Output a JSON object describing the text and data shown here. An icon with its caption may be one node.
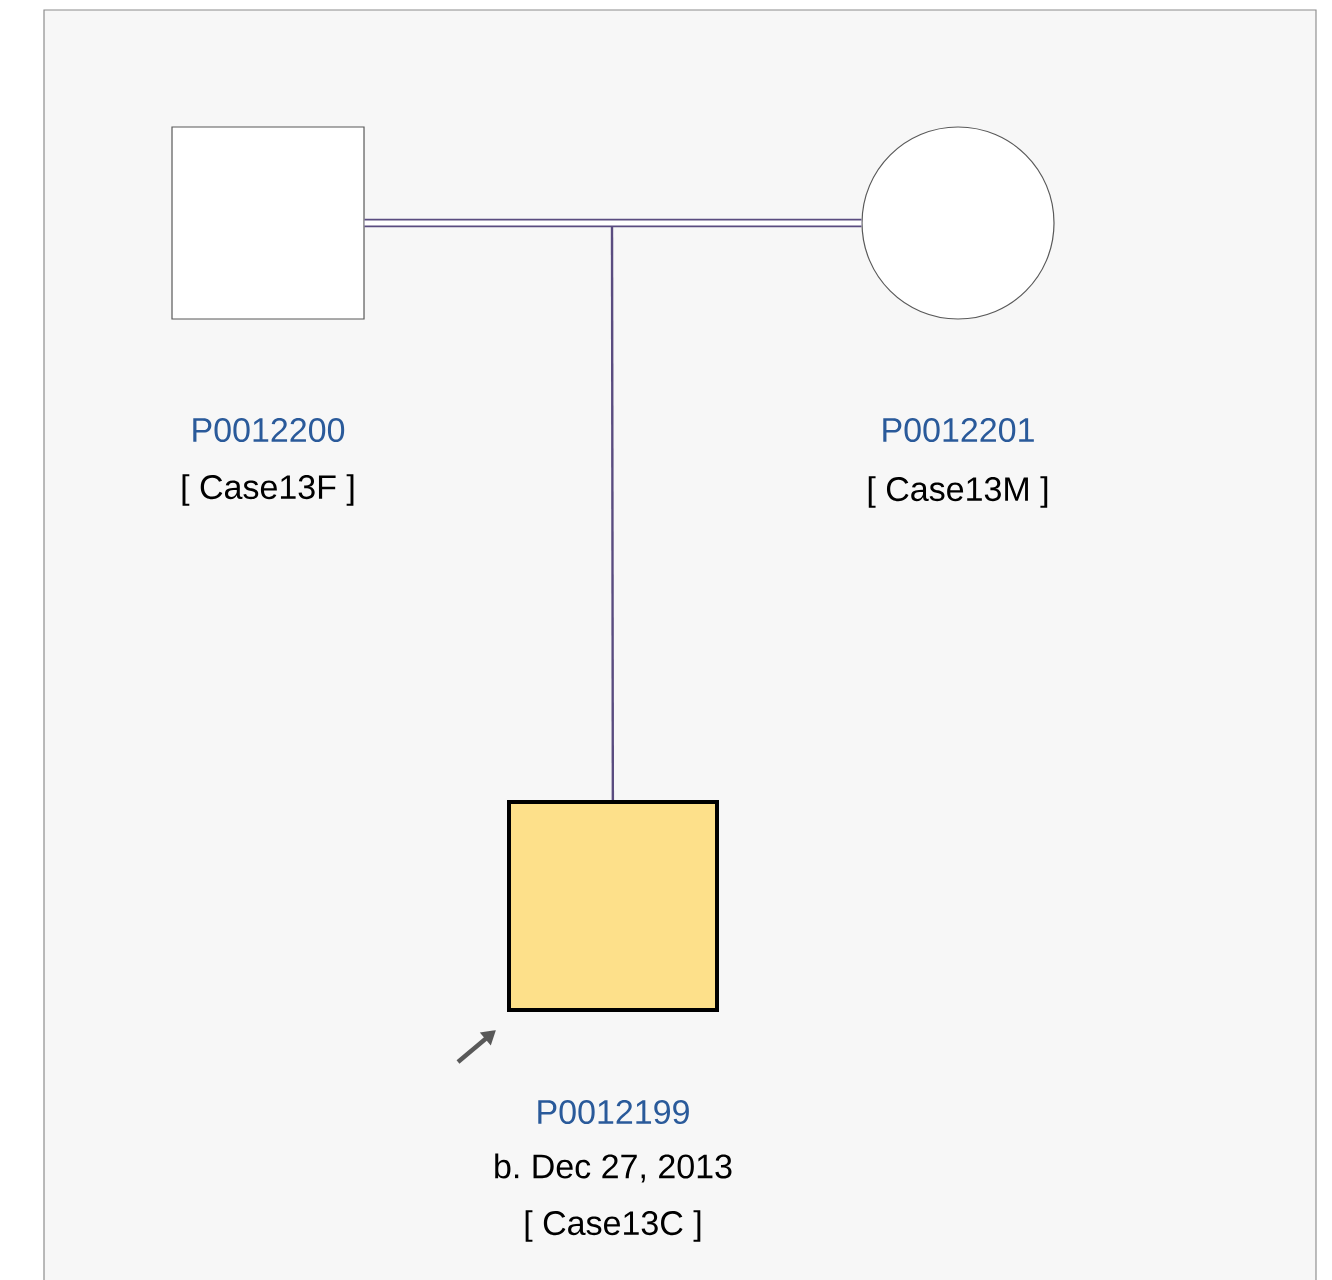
{
  "diagram": {
    "nodes": [
      {
        "text": [],
        "shape": "box",
        "beside": [
          "P0012200",
          "[ Case13F ]"
        ]
      },
      {
        "text": [],
        "shape": "circle",
        "beside": [
          "P0012201",
          "[ Case13M ]"
        ]
      },
      {
        "text": [],
        "shape": "box",
        "beside": [
          "P0012199",
          "b. Dec 27, 2013",
          "[ Case13C ]"
        ]
      }
    ],
    "edges": [
      {
        "from": 0,
        "to": 1,
        "arrow": "none",
        "style": "thick"
      },
      {
        "from": null,
        "to": 2,
        "arrow": "none"
      }
    ]
  }
}
